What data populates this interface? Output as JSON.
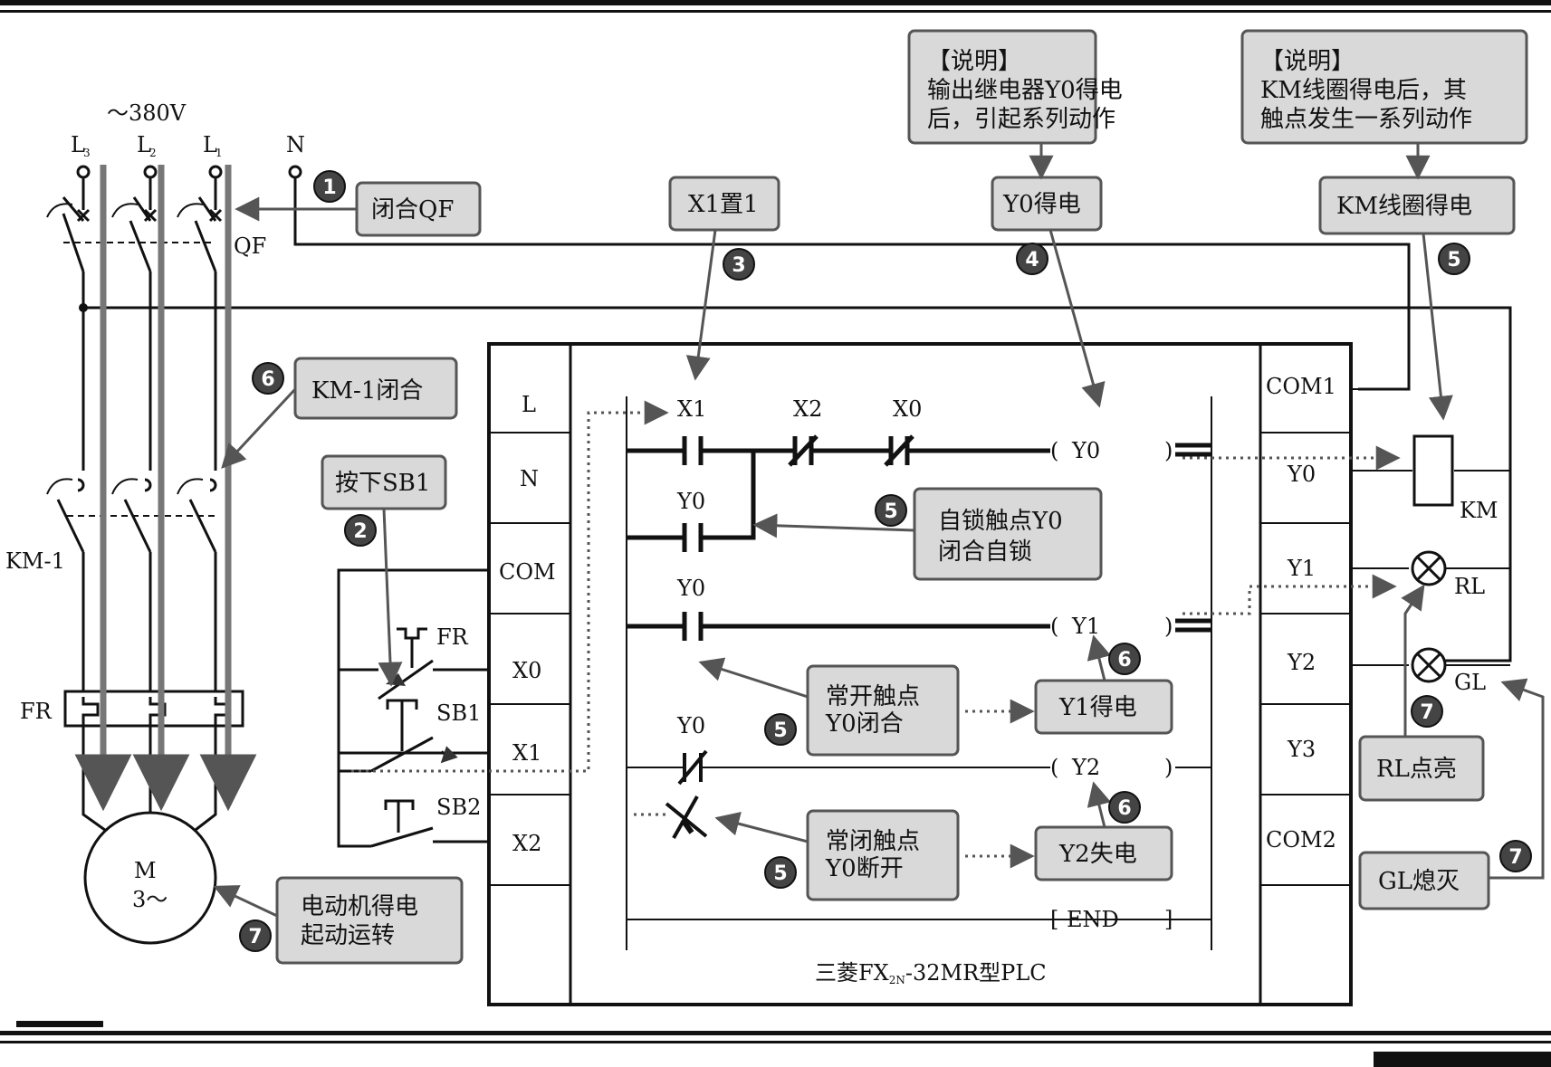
{
  "supply": {
    "voltage": "～380V",
    "phase_l3": "L",
    "phase_l2": "L",
    "phase_l1": "L",
    "sub3": "3",
    "sub2": "2",
    "sub1": "1",
    "neutral": "N"
  },
  "components": {
    "qf": "QF",
    "km1": "KM-1",
    "fr_left": "FR",
    "motor_m": "M",
    "motor_3": "3～",
    "fr_sw": "FR",
    "sb1": "SB1",
    "sb2": "SB2",
    "km": "KM",
    "rl": "RL",
    "gl": "GL"
  },
  "plc": {
    "model_prefix": "三菱FX",
    "model_sub": "2N",
    "model_suffix": "-32MR型PLC",
    "inputs": [
      "L",
      "N",
      "COM",
      "X0",
      "X1",
      "X2"
    ],
    "outputs": [
      "COM1",
      "Y0",
      "Y1",
      "Y2",
      "Y3",
      "COM2"
    ]
  },
  "ladder": {
    "r1": [
      "X1",
      "X2",
      "X0"
    ],
    "seal": "Y0",
    "r3": "Y0",
    "r4": "Y0",
    "coil_y0": "Y0",
    "coil_y1": "Y1",
    "coil_y2": "Y2",
    "end": "END",
    "paren_open": "(",
    "paren_close": ")",
    "bracket_open": "[",
    "bracket_close": "]"
  },
  "notes": {
    "note1_title": "【说明】",
    "note1_l1": "输出继电器Y0得电",
    "note1_l2": "后，引起系列动作",
    "note2_title": "【说明】",
    "note2_l1": "KM线圈得电后，其",
    "note2_l2": "触点发生一系列动作"
  },
  "callouts": {
    "close_qf": "闭合QF",
    "x1_set": "X1置1",
    "y0_on": "Y0得电",
    "km_coil_on": "KM线圈得电",
    "km1_close": "KM-1闭合",
    "press_sb1": "按下SB1",
    "self_lock_l1": "自锁触点Y0",
    "self_lock_l2": "闭合自锁",
    "no_contact_l1": "常开触点",
    "no_contact_l2": "Y0闭合",
    "y1_on": "Y1得电",
    "nc_contact_l1": "常闭触点",
    "nc_contact_l2": "Y0断开",
    "y2_off": "Y2失电",
    "rl_on": "RL点亮",
    "gl_off": "GL熄灭",
    "motor_l1": "电动机得电",
    "motor_l2": "起动运转"
  },
  "steps": [
    "1",
    "2",
    "3",
    "4",
    "5",
    "5",
    "5",
    "5",
    "6",
    "6",
    "6",
    "7",
    "7",
    "7"
  ]
}
